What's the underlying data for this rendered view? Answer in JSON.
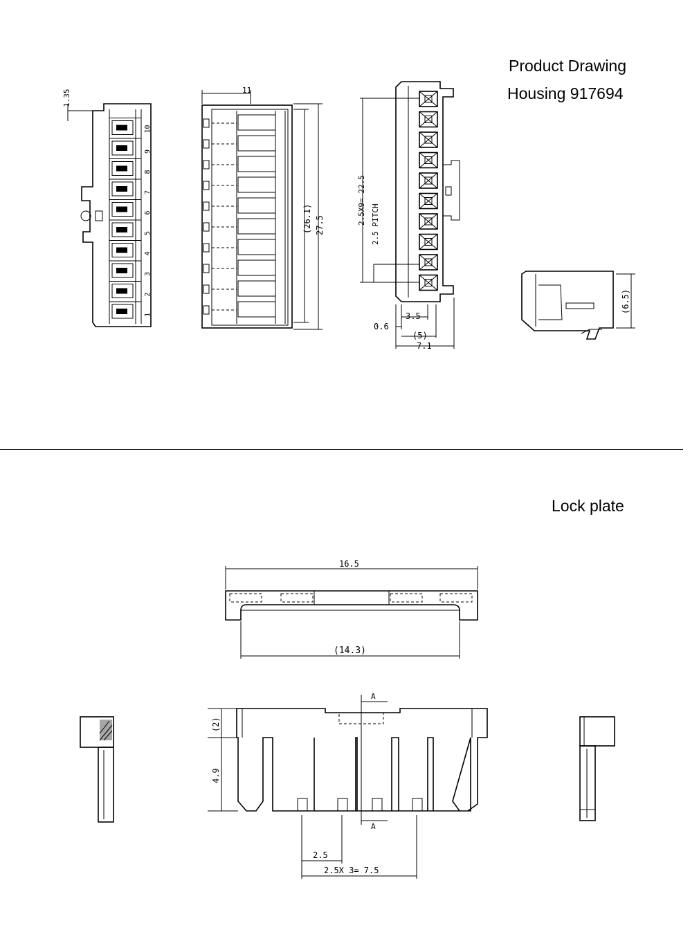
{
  "header": {
    "title": "Product Drawing",
    "subtitle": "Housing 917694",
    "section_title": "Lock plate"
  },
  "housing_dims": {
    "top_offset": "1.35",
    "width": "11",
    "inner_length": "(26.1)",
    "length": "27.5",
    "pitch_total": "2.5X9= 22.5",
    "pitch": "2.5 PITCH",
    "wall": "0.6",
    "depth": "3.5",
    "inner_width": "(5)",
    "outer_width": "7.1",
    "side_height": "(6.5)"
  },
  "pin_numbers": [
    "1",
    "2",
    "3",
    "4",
    "5",
    "6",
    "7",
    "8",
    "9",
    "10"
  ],
  "lock_plate_dims": {
    "length": "16.5",
    "inner_length": "(14.3)",
    "section_mark": "A",
    "top_height": "(2)",
    "height": "4.9",
    "pitch": "2.5",
    "pitch_total": "2.5X 3= 7.5"
  },
  "colors": {
    "ink": "#000000",
    "paper": "#ffffff"
  }
}
